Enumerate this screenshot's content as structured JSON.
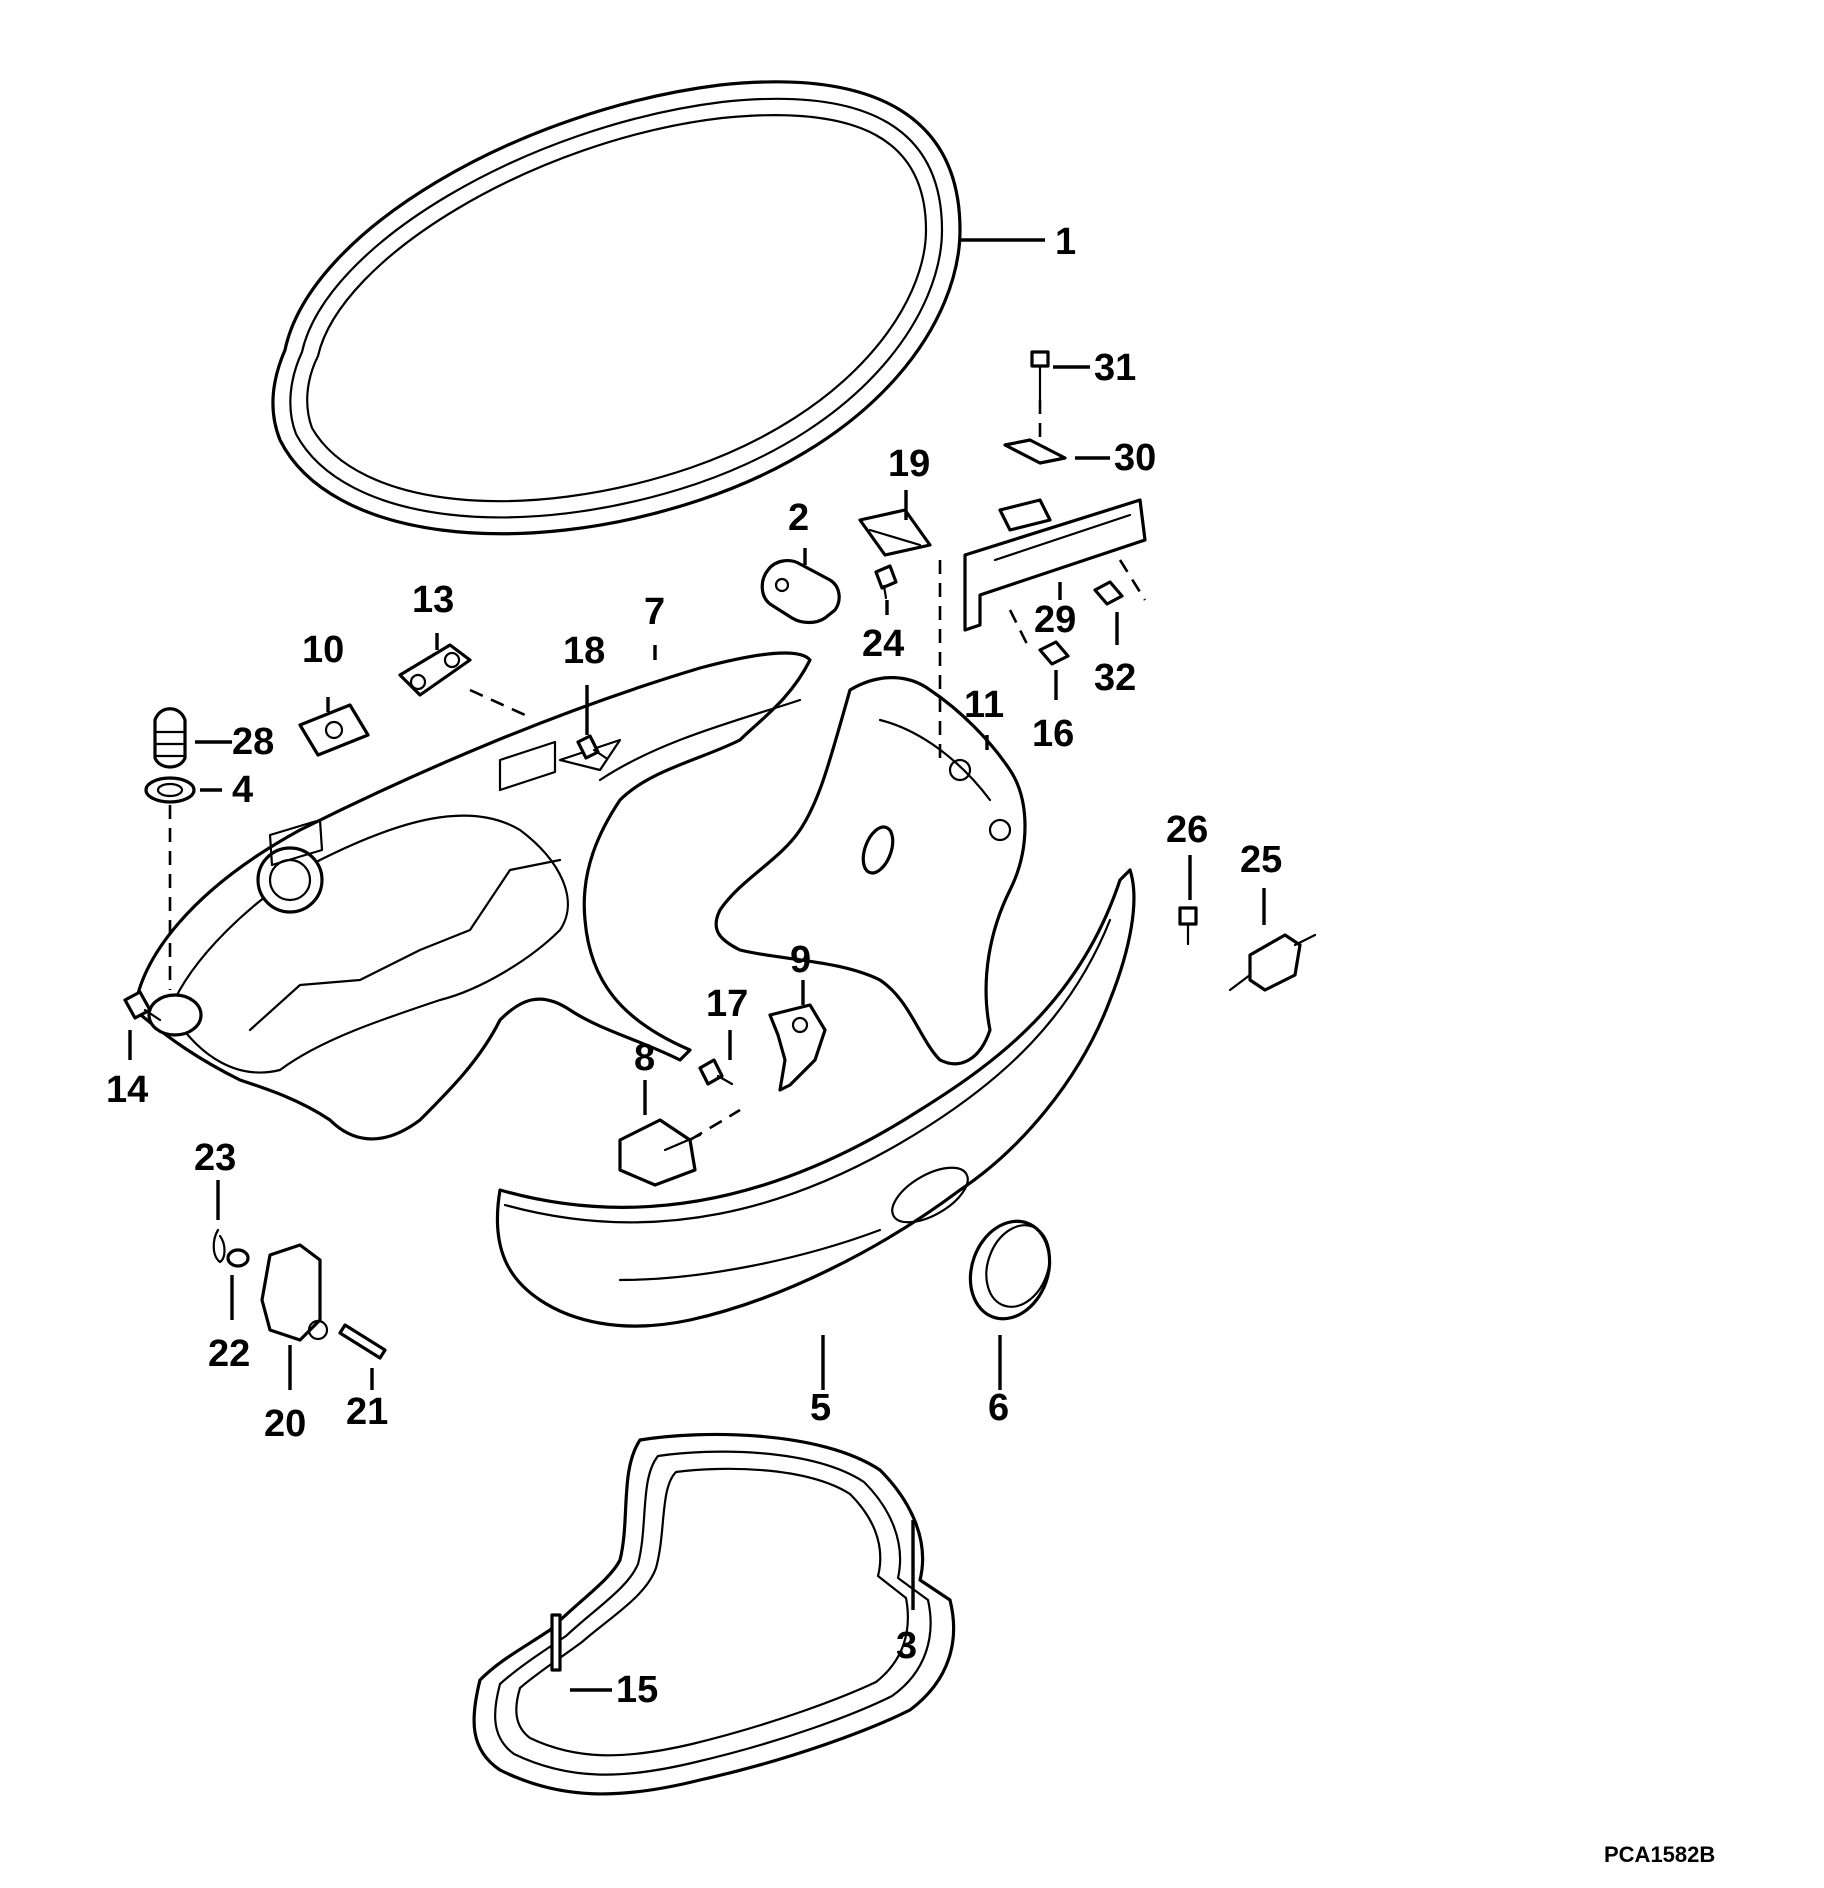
{
  "diagram": {
    "reference_code": "PCA1582B",
    "callouts": [
      "1",
      "2",
      "3",
      "4",
      "5",
      "6",
      "7",
      "8",
      "9",
      "10",
      "11",
      "13",
      "14",
      "15",
      "16",
      "17",
      "18",
      "19",
      "20",
      "21",
      "22",
      "23",
      "24",
      "25",
      "26",
      "28",
      "29",
      "30",
      "31",
      "32"
    ]
  },
  "colors": {
    "line": "#000000",
    "background": "#ffffff"
  }
}
